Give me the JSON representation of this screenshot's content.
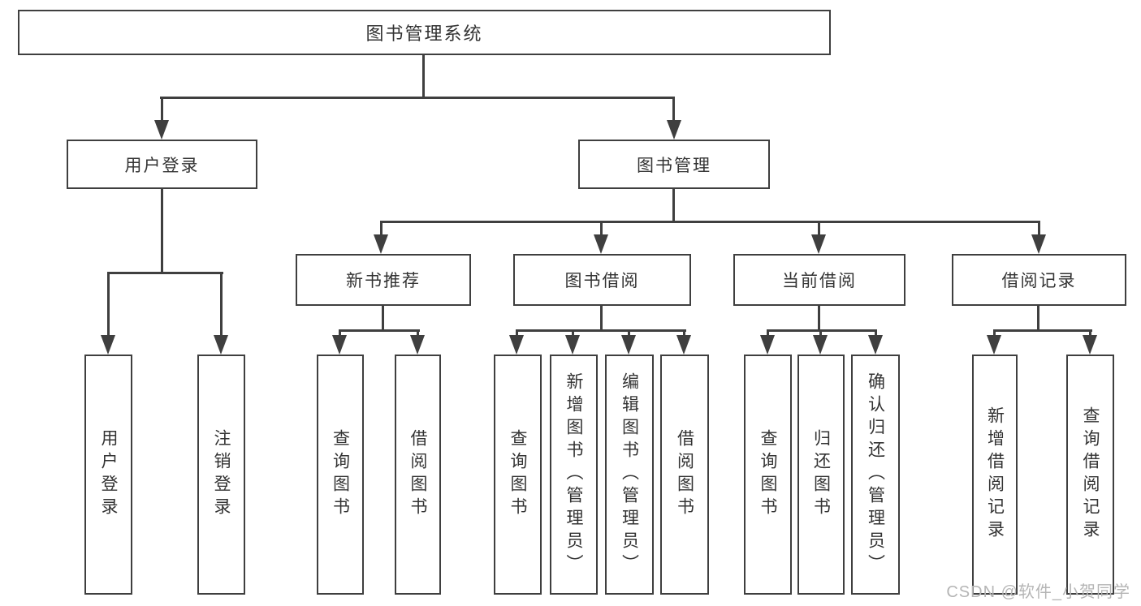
{
  "nodes": {
    "root": "图书管理系统",
    "level2": [
      "用户登录",
      "图书管理"
    ],
    "level3": [
      "新书推荐",
      "图书借阅",
      "当前借阅",
      "借阅记录"
    ],
    "leaves": [
      "用户登录",
      "注销登录",
      "查询图书",
      "借阅图书",
      "查询图书",
      "新增图书（管理员）",
      "编辑图书（管理员）",
      "借阅图书",
      "查询图书",
      "归还图书",
      "确认归还（管理员）",
      "新增借阅记录",
      "查询借阅记录"
    ]
  },
  "watermark": {
    "text": "CSDN @软件_小贺同学"
  },
  "colors": {
    "line": "#3f3f3f",
    "text": "#333333",
    "background": "#ffffff",
    "watermark": "#b5b5b5"
  }
}
